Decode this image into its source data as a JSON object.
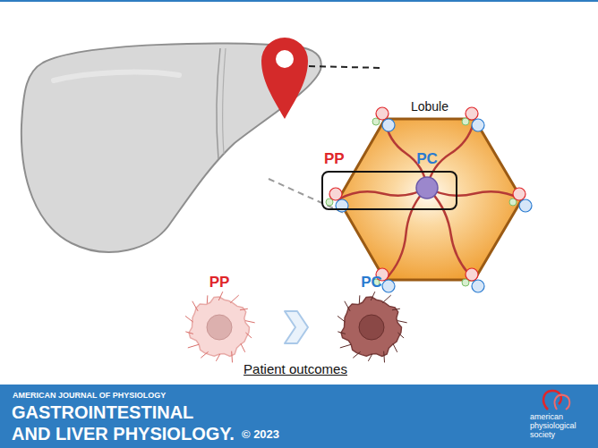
{
  "diagram": {
    "nodes": [
      {
        "text": [
          "Lobule"
        ]
      },
      {
        "text": [
          "PP"
        ]
      },
      {
        "text": [
          "PC"
        ]
      }
    ],
    "edges": [
      {
        "from": 1,
        "to": 2,
        "arrow": "to"
      }
    ],
    "labels": [
      "PP",
      "PC",
      "Patient outcomes",
      "AMERICAN JOURNAL OF PHYSIOLOGY",
      "GASTROINTESTINAL",
      "AND LIVER PHYSIOLOGY.",
      "© 2023",
      "american physiological society"
    ]
  }
}
